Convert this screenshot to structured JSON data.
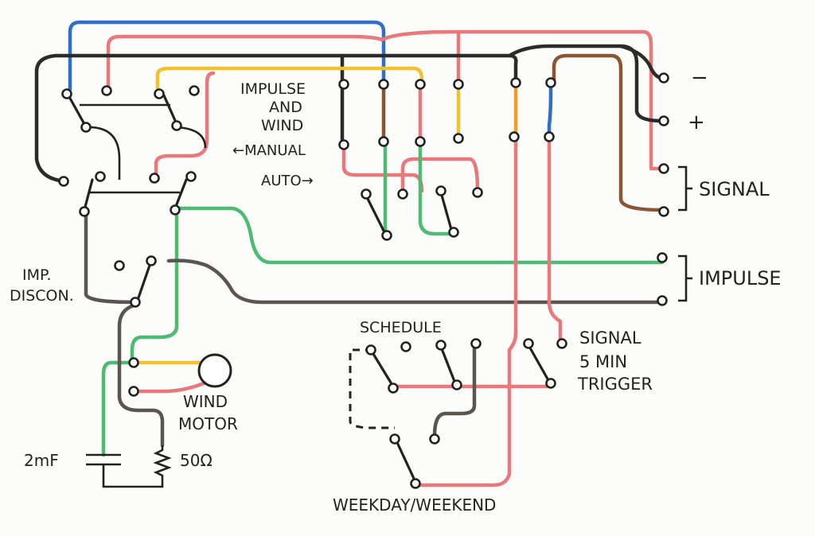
{
  "colors": {
    "black": "#2b2b2b",
    "red": "#e9787a",
    "green": "#4dbb73",
    "blue": "#2f6fc9",
    "brown": "#8a5530",
    "yellow": "#f0c22e",
    "orange": "#f29a2a",
    "gray": "#5a5550"
  },
  "labels": {
    "impulse_and_wind_l1": "IMPULSE",
    "impulse_and_wind_l2": "AND",
    "impulse_and_wind_l3": "WIND",
    "manual": "←MANUAL",
    "auto": "AUTO→",
    "minus": "−",
    "plus": "+",
    "signal": "SIGNAL",
    "impulse": "IMPULSE",
    "imp_discon_l1": "IMP.",
    "imp_discon_l2": "DISCON.",
    "schedule": "SCHEDULE",
    "signal_trigger_l1": "SIGNAL",
    "signal_trigger_l2": "5 MIN",
    "signal_trigger_l3": "TRIGGER",
    "wind_motor_l1": "WIND",
    "wind_motor_l2": "MOTOR",
    "capacitor": "2mF",
    "resistor": "50Ω",
    "weekday_weekend": "WEEKDAY/WEEKEND"
  },
  "icons": {
    "switch_symbol": "spdt-switch-icon",
    "terminal_symbol": "terminal-circle-icon",
    "motor_symbol": "motor-circle-icon",
    "capacitor_symbol": "capacitor-icon",
    "resistor_symbol": "resistor-icon"
  }
}
